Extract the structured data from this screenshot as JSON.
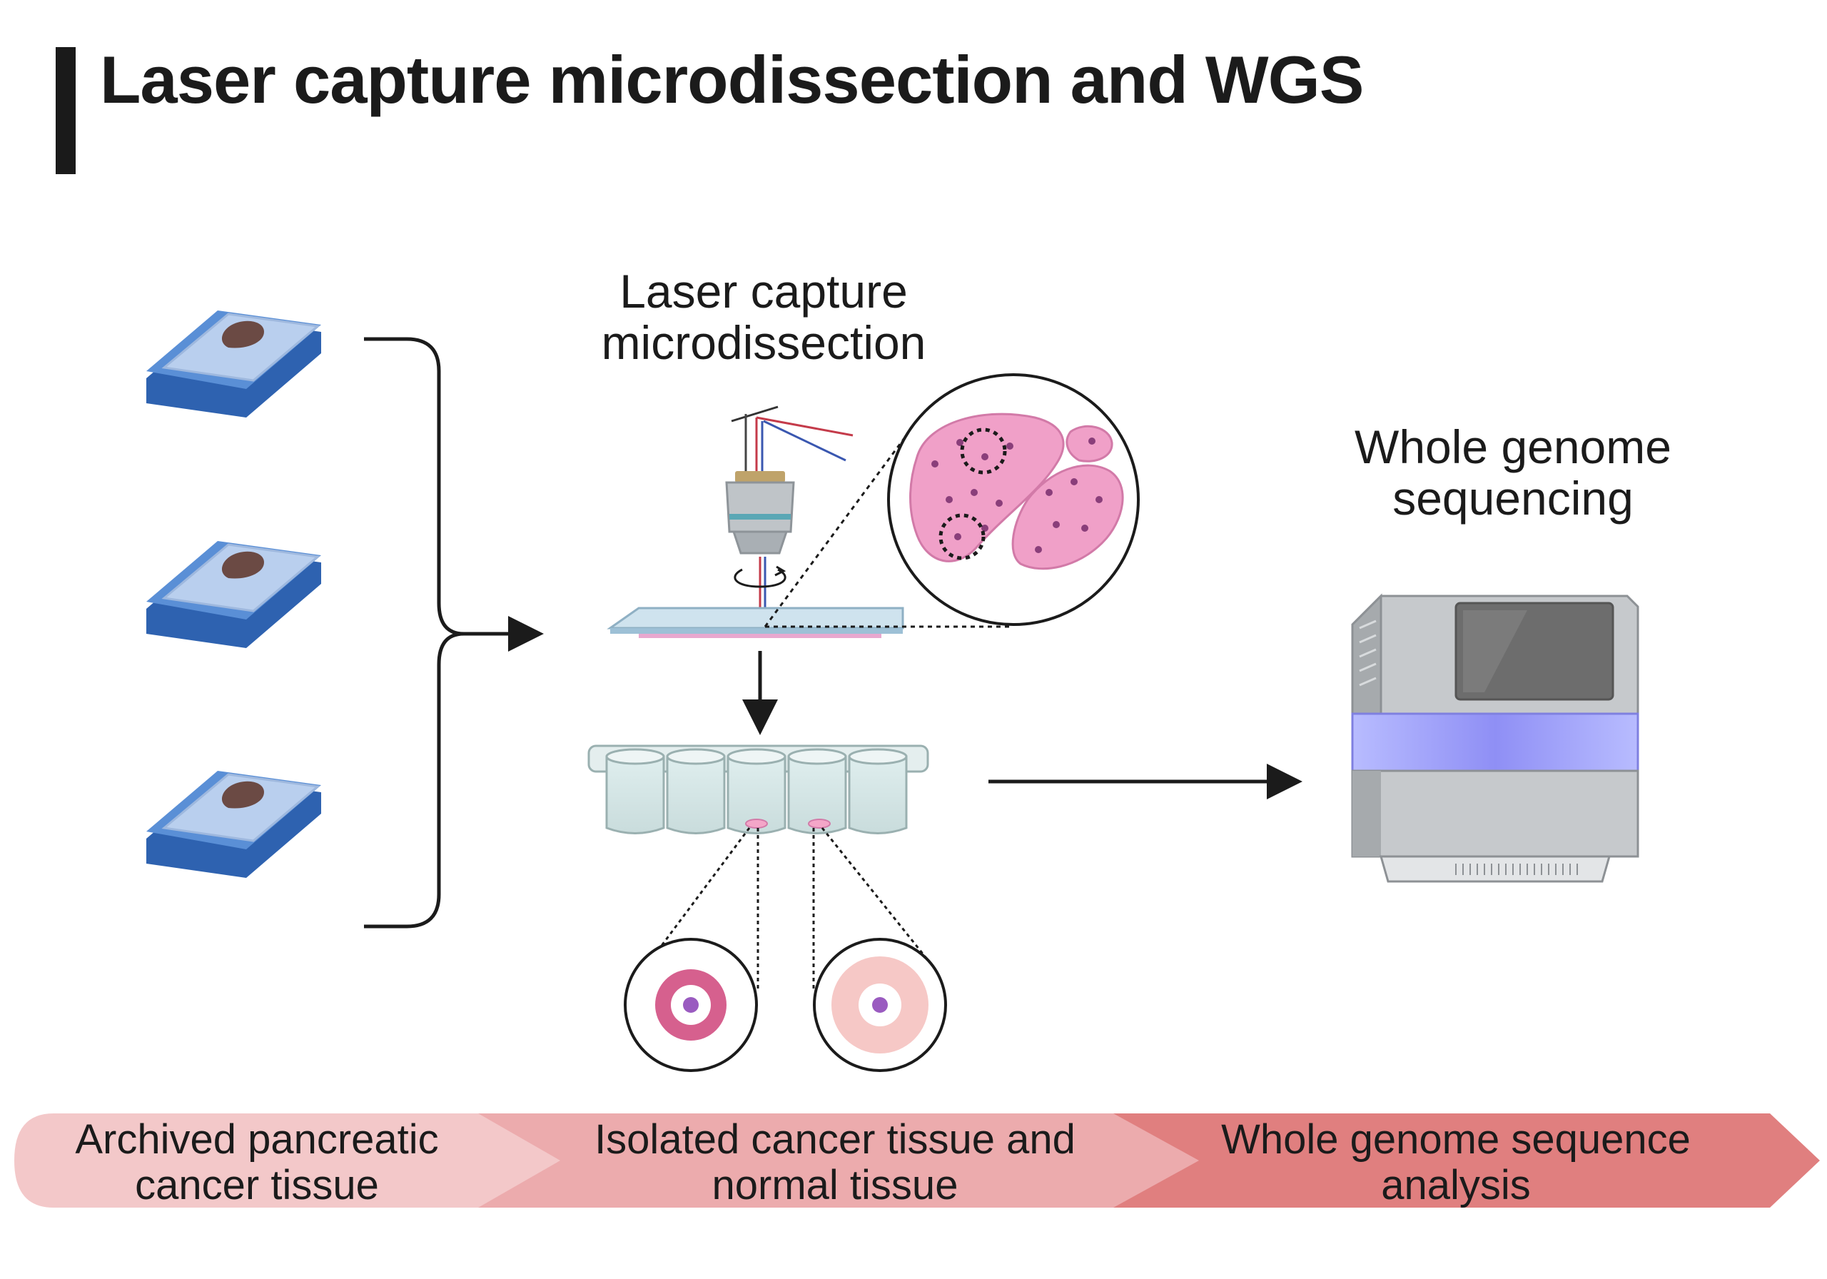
{
  "title": "Laser capture microdissection and WGS",
  "labels": {
    "lcm_line1": "Laser capture",
    "lcm_line2": "microdissection",
    "wgs_line1": "Whole genome",
    "wgs_line2": "sequencing"
  },
  "banner": {
    "step1_line1": "Archived pancreatic",
    "step1_line2": "cancer tissue",
    "step2_line1": "Isolated cancer tissue and",
    "step2_line2": "normal tissue",
    "step3_line1": "Whole genome sequence",
    "step3_line2": "analysis"
  },
  "colors": {
    "banner_1": "#f3c8c9",
    "banner_2": "#ecabad",
    "banner_3": "#e07f7f",
    "tissue_pink": "#f0a0c8",
    "slide_blue": "#a8c4ea",
    "sequencer_glow": "#9aa0ff"
  }
}
